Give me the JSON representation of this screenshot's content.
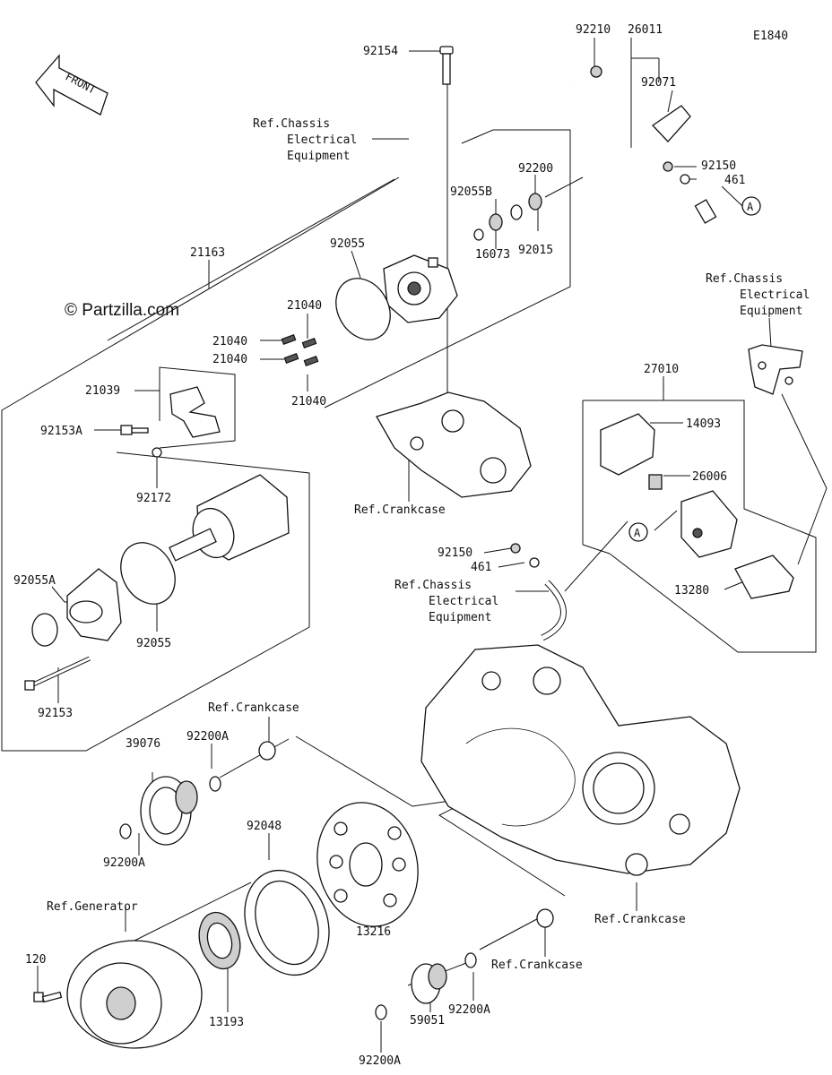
{
  "diagram_code": "E1840",
  "watermark": "© Partzilla.com",
  "front_label": "FRONT",
  "callout_marker": "A",
  "parts": {
    "p92154": "92154",
    "p92210": "92210",
    "p26011": "26011",
    "p92071": "92071",
    "p92150a": "92150",
    "p461a": "461",
    "p92200": "92200",
    "p92055B": "92055B",
    "p92015": "92015",
    "p16073": "16073",
    "p21163": "21163",
    "p92055a": "92055",
    "p21040a": "21040",
    "p21040b": "21040",
    "p21040c": "21040",
    "p21040d": "21040",
    "p21039": "21039",
    "p92153A": "92153A",
    "p92172": "92172",
    "p92055A": "92055A",
    "p92055b": "92055",
    "p92153": "92153",
    "p27010": "27010",
    "p14093": "14093",
    "p26006": "26006",
    "p92150b": "92150",
    "p461b": "461",
    "p13280": "13280",
    "p39076": "39076",
    "p92200A1": "92200A",
    "p92200A2": "92200A",
    "p92048": "92048",
    "p120": "120",
    "p13193": "13193",
    "p13216": "13216",
    "p92200A3": "92200A",
    "p92200A4": "92200A",
    "p59051": "59051"
  },
  "refs": {
    "chassis1": [
      "Ref.Chassis",
      "Electrical",
      "Equipment"
    ],
    "chassis2": [
      "Ref.Chassis",
      "Electrical",
      "Equipment"
    ],
    "chassis3": [
      "Ref.Chassis",
      "Electrical",
      "Equipment"
    ],
    "crankcase1": "Ref.Crankcase",
    "crankcase2": "Ref.Crankcase",
    "crankcase3": "Ref.Crankcase",
    "crankcase4": "Ref.Crankcase",
    "generator": "Ref.Generator"
  }
}
